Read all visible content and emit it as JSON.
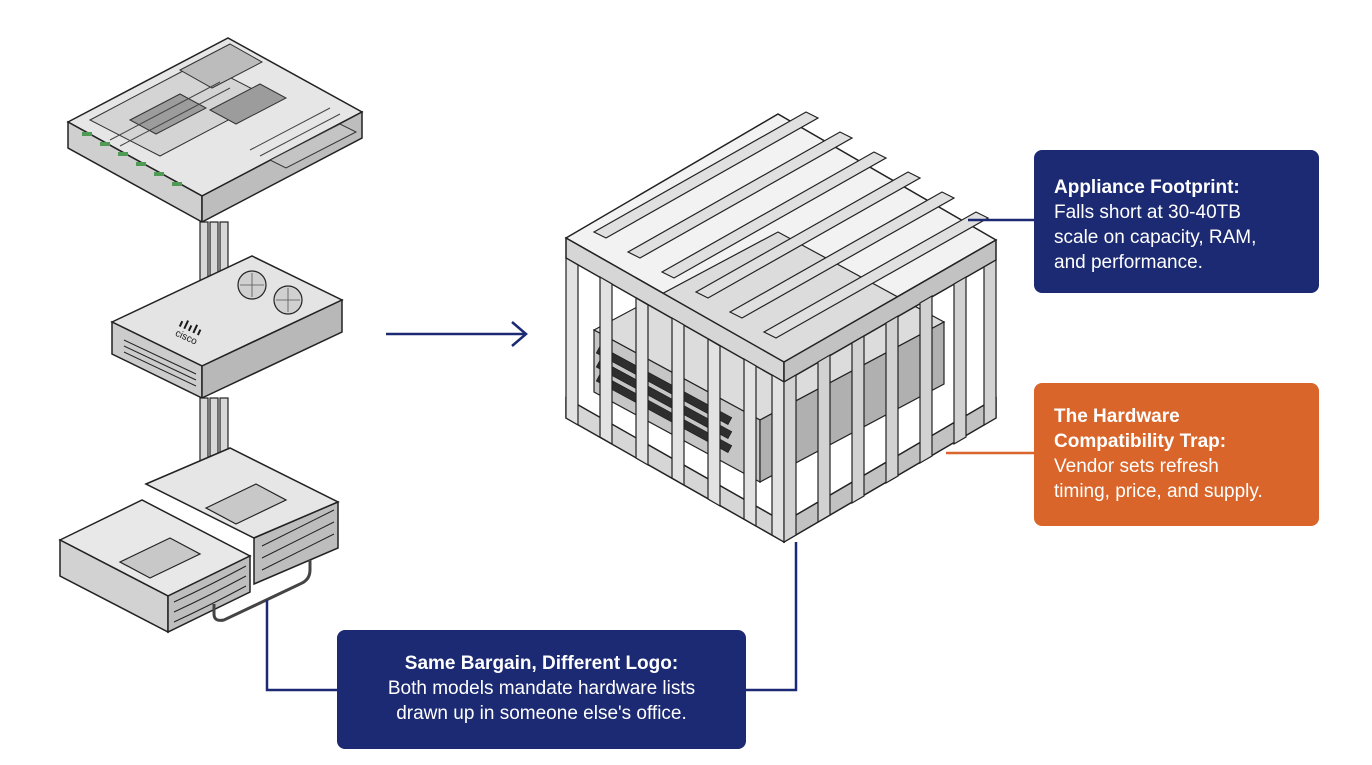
{
  "diagram": {
    "left_stack": {
      "top_server": "server-open-chassis",
      "middle_server_logo": "cisco",
      "bottom_servers": "server-pair-linked"
    },
    "center": "caged-appliance",
    "callouts": {
      "footprint": {
        "title": "Appliance Footprint:",
        "lines": [
          "Falls short at 30-40TB",
          "scale on capacity, RAM,",
          "and performance."
        ],
        "color": "#1b2a72"
      },
      "trap": {
        "title_lines": [
          "The Hardware",
          "Compatibility Trap:"
        ],
        "lines": [
          "Vendor sets refresh",
          "timing, price, and supply."
        ],
        "color": "#d9652a"
      },
      "bargain": {
        "title": "Same Bargain, Different Logo:",
        "lines": [
          "Both models mandate hardware lists",
          "drawn up in someone else's office."
        ],
        "color": "#1b2a72"
      }
    },
    "connector_color": "#1b2a72",
    "trap_connector_color": "#d9652a"
  }
}
